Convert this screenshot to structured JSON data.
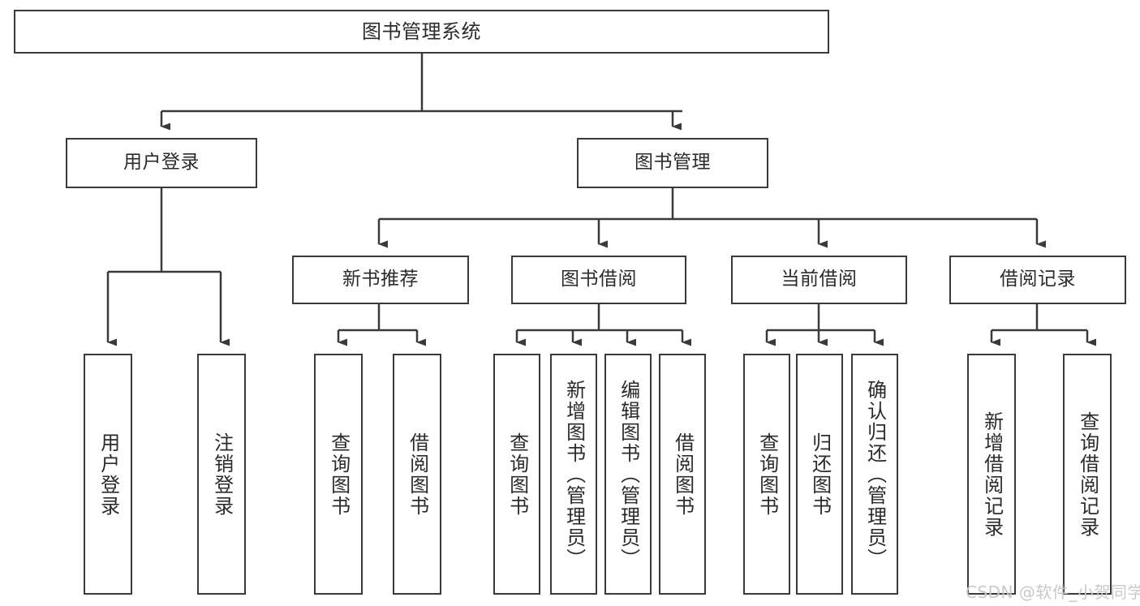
{
  "diagram": {
    "type": "tree",
    "title": "图书管理系统",
    "orientation": "top-down",
    "colors": {
      "box_border": "#3a3a3a",
      "box_fill": "#ffffff",
      "edge": "#3a3a3a",
      "text": "#2b2b2b",
      "watermark": "#c9c9c9",
      "background": "#ffffff"
    },
    "root": {
      "label": "图书管理系统"
    },
    "level1": [
      {
        "label": "用户登录"
      },
      {
        "label": "图书管理"
      }
    ],
    "level2": [
      {
        "label": "新书推荐"
      },
      {
        "label": "图书借阅"
      },
      {
        "label": "当前借阅"
      },
      {
        "label": "借阅记录"
      }
    ],
    "leaves": {
      "user_login": [
        {
          "label": "用户登录"
        },
        {
          "label": "注销登录"
        }
      ],
      "new_book_recommend": [
        {
          "label": "查询图书"
        },
        {
          "label": "借阅图书"
        }
      ],
      "book_borrow": [
        {
          "label": "查询图书"
        },
        {
          "label": "新增图书（管理员）"
        },
        {
          "label": "编辑图书（管理员）"
        },
        {
          "label": "借阅图书"
        }
      ],
      "current_borrow": [
        {
          "label": "查询图书"
        },
        {
          "label": "归还图书"
        },
        {
          "label": "确认归还（管理员）"
        }
      ],
      "borrow_record": [
        {
          "label": "新增借阅记录"
        },
        {
          "label": "查询借阅记录"
        }
      ]
    },
    "watermark": "CSDN @软件_小贺同学"
  }
}
